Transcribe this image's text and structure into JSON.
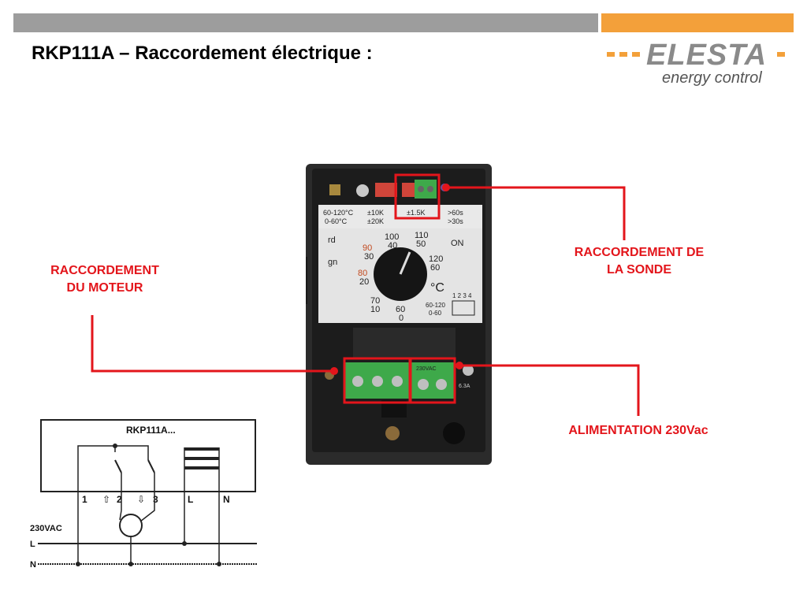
{
  "slide": {
    "title": "RKP111A – Raccordement électrique :"
  },
  "logo": {
    "brand": "ELESTA",
    "tagline": "energy control",
    "accent": "#f3a03a"
  },
  "callouts": {
    "motor_line1": "RACCORDEMENT",
    "motor_line2": "DU MOTEUR",
    "probe_line1": "RACCORDEMENT DE",
    "probe_line2": "LA SONDE",
    "power": "ALIMENTATION 230Vac",
    "color": "#e3151b"
  },
  "device": {
    "range_a": "60-120°C",
    "range_b": "0-60°C",
    "band_a": "±10K",
    "band_b": "±20K",
    "band_c": "±1.5K",
    "time_a": ">60s",
    "time_b": ">30s",
    "dial_100": "100",
    "dial_40": "40",
    "dial_110": "110",
    "dial_50": "50",
    "dial_90": "90",
    "dial_30": "30",
    "dial_120": "120",
    "dial_60": "60",
    "dial_80": "80",
    "dial_20": "20",
    "dial_70": "70",
    "dial_10": "10",
    "dial_60b": "60",
    "dial_0": "0",
    "unit": "°C",
    "on": "ON",
    "rd": "rd",
    "gn": "gn",
    "dip_nums": "1 2 3 4",
    "dip_range_a": "60-120",
    "dip_range_b": "0-60",
    "terminal_label": "230VAC",
    "fuse": "6.3A"
  },
  "schematic": {
    "model": "RKP111A...",
    "t1": "1",
    "t2": "2",
    "t3": "3",
    "tL": "L",
    "tN": "N",
    "supply": "230VAC",
    "lineL": "L",
    "lineN": "N"
  }
}
